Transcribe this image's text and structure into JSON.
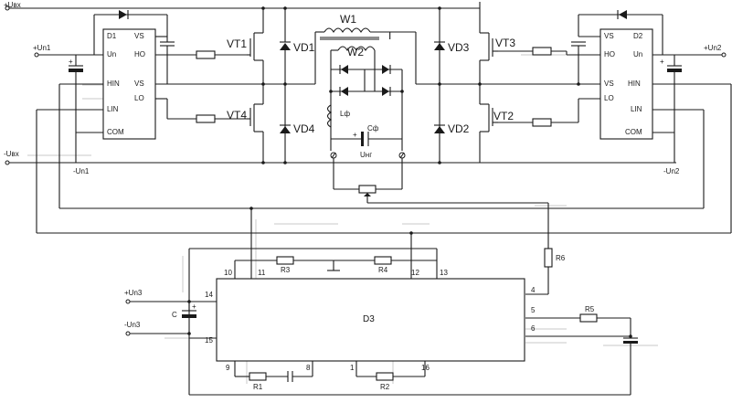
{
  "rails": {
    "plus_in": "+Uвх",
    "minus_in": "-Uвх"
  },
  "supplies": {
    "un1_plus": "+Un1",
    "un1_minus": "-Un1",
    "un2_plus": "+Un2",
    "un2_minus": "-Un2",
    "un3_plus": "+Un3",
    "un3_minus": "-Un3"
  },
  "driver_left": {
    "name": "D1",
    "pins": {
      "vs_top": "VS",
      "un": "Un",
      "ho": "HO",
      "hin": "HIN",
      "vs": "VS",
      "lin": "LIN",
      "lo": "LO",
      "com": "COM"
    }
  },
  "driver_right": {
    "name": "D2",
    "pins": {
      "vs_top": "VS",
      "un": "Un",
      "ho": "HO",
      "hin": "HIN",
      "vs": "VS",
      "lin": "LIN",
      "lo": "LO",
      "com": "COM"
    }
  },
  "switches": {
    "vt1": "VT1",
    "vt2": "VT2",
    "vt3": "VT3",
    "vt4": "VT4"
  },
  "diodes": {
    "vd1": "VD1",
    "vd2": "VD2",
    "vd3": "VD3",
    "vd4": "VD4"
  },
  "transformer": {
    "name": "T",
    "w1": "W1",
    "w2": "W2"
  },
  "filter": {
    "inductor": "Lф",
    "capacitor": "Cф",
    "output": "Uнг"
  },
  "controller": {
    "name": "D3",
    "pins": {
      "p1": "1",
      "p4": "4",
      "p5": "5",
      "p6": "6",
      "p8": "8",
      "p9": "9",
      "p10": "10",
      "p11": "11",
      "p12": "12",
      "p13": "13",
      "p14": "14",
      "p15": "15",
      "p16": "16"
    }
  },
  "resistors": {
    "r1": "R1",
    "r2": "R2",
    "r3": "R3",
    "r4": "R4",
    "r5": "R5",
    "r6": "R6"
  },
  "capacitors": {
    "c": "C",
    "plus_mark": "+"
  }
}
